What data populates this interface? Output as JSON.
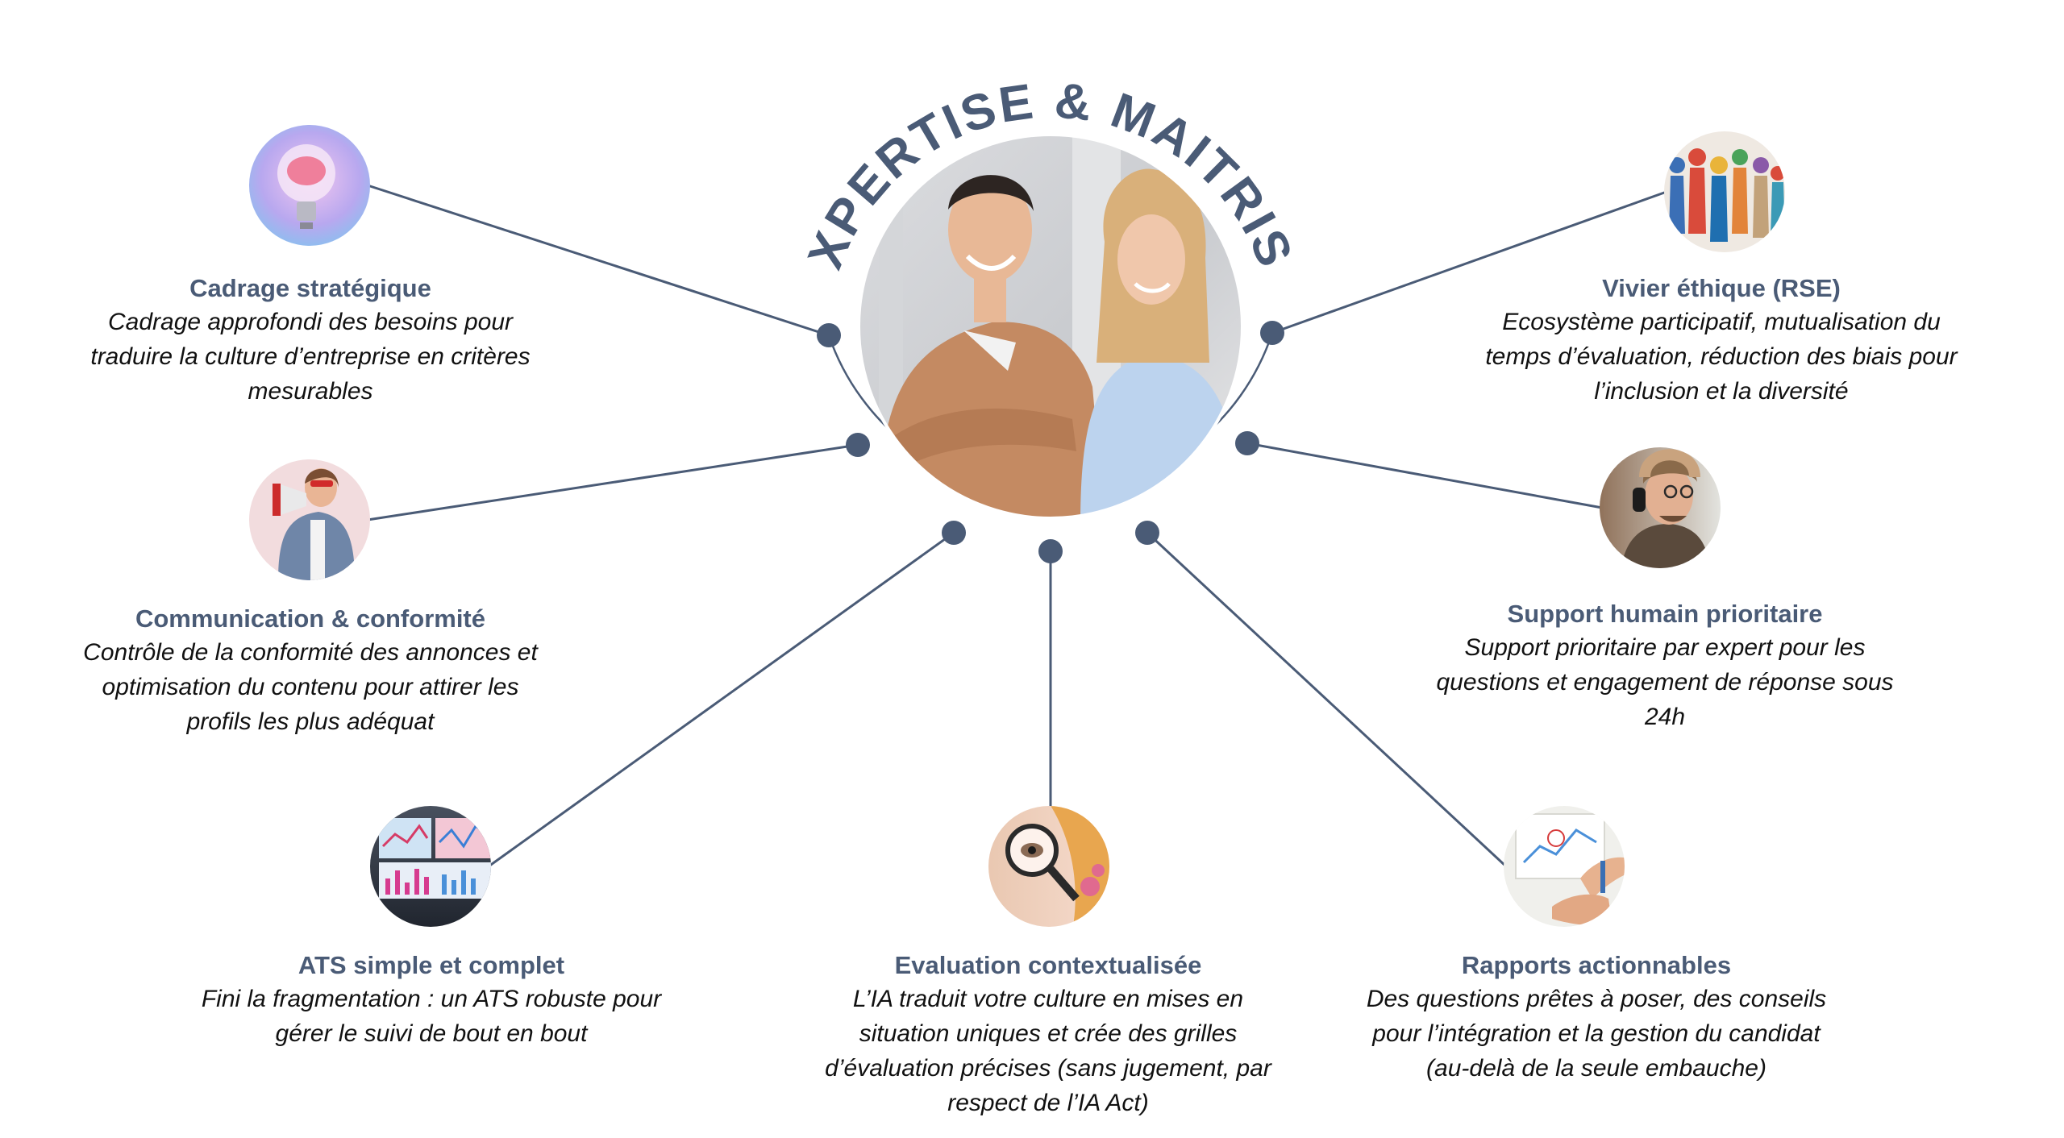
{
  "center": {
    "arc_title": "EXPERTISE & MAITRISE",
    "photo_icon": "two-people-photo"
  },
  "colors": {
    "navy": "#4a5b76",
    "text": "#111111",
    "background": "#ffffff"
  },
  "features": [
    {
      "id": "cadrage",
      "title": "Cadrage stratégique",
      "lines": [
        "Cadrage approfondi des besoins pour",
        "traduire la culture d’entreprise en critères",
        "mesurables"
      ],
      "icon": "lightbulb-brain-icon"
    },
    {
      "id": "communication",
      "title": "Communication & conformité",
      "lines": [
        "Contrôle de la conformité des annonces et",
        "optimisation du contenu pour attirer les",
        "profils les plus adéquat"
      ],
      "icon": "megaphone-woman-icon"
    },
    {
      "id": "ats",
      "title": "ATS simple et complet",
      "lines": [
        "Fini la fragmentation : un ATS robuste pour",
        "gérer le suivi de bout en bout"
      ],
      "icon": "analytics-screens-icon"
    },
    {
      "id": "evaluation",
      "title": "Evaluation contextualisée",
      "lines": [
        "L’IA traduit votre culture en mises en",
        "situation uniques et crée des grilles",
        "d’évaluation précises (sans jugement, par",
        "respect de l’IA Act)"
      ],
      "icon": "magnifying-glass-eye-icon"
    },
    {
      "id": "rapports",
      "title": "Rapports actionnables",
      "lines": [
        "Des questions prêtes à poser, des conseils",
        "pour l’intégration et la gestion du candidat",
        "(au-delà de la seule embauche)"
      ],
      "icon": "report-whiteboard-icon"
    },
    {
      "id": "support",
      "title": "Support humain prioritaire",
      "lines": [
        "Support prioritaire par expert pour les",
        "questions et engagement de réponse sous",
        "24h"
      ],
      "icon": "headset-support-agent-icon"
    },
    {
      "id": "vivier",
      "title": "Vivier éthique (RSE)",
      "lines": [
        "Ecosystème participatif, mutualisation du",
        "temps d’évaluation, réduction des biais pour",
        "l’inclusion et la diversité"
      ],
      "icon": "diverse-figures-icon"
    }
  ]
}
